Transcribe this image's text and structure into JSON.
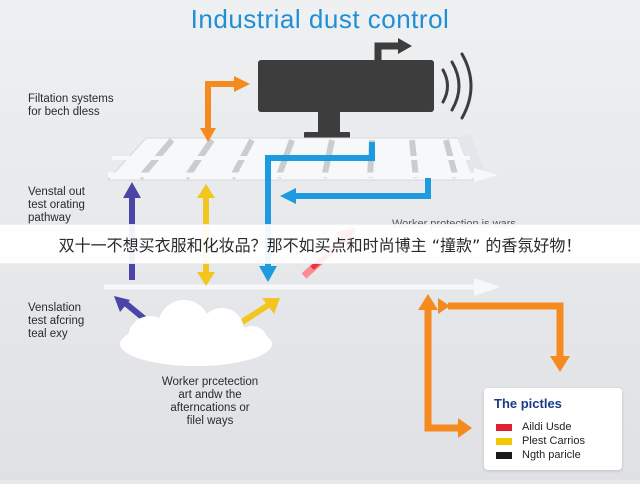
{
  "title": "Industrial dust control",
  "labels": {
    "filtration": [
      "Filtation systems",
      "for bech dless"
    ],
    "vent_top": [
      "Venstal out",
      "test orating",
      "pathway"
    ],
    "vent_bottom": [
      "Venslation",
      "test afcring",
      "teal exy"
    ],
    "worker_bottom": [
      "Worker prcetection",
      "art andw the",
      "afterncations or",
      "filel ways"
    ],
    "worker_top_partial": "Worker protection is wars"
  },
  "legend": {
    "title": "The pictles",
    "items": [
      {
        "label": "Aildi Usde",
        "color": "#e02030"
      },
      {
        "label": "Plest Carrios",
        "color": "#f2c800"
      },
      {
        "label": "Ngth paricle",
        "color": "#1a1a1a"
      }
    ]
  },
  "overlay_text": "双十一不想买衣服和化妆品？那不如买点和时尚博主 “撞款” 的香氛好物！",
  "colors": {
    "title": "#1f8fd6",
    "orange": "#f58a1f",
    "blue": "#1e9ae0",
    "purple": "#4b45a8",
    "yellow": "#f3c61f",
    "red": "#e8323c",
    "filter": "#f6f7f9",
    "machine": "#3c3c3c"
  },
  "icons": [
    "exhaust-fan-unit",
    "sound-waves-icon",
    "dust-cloud"
  ]
}
